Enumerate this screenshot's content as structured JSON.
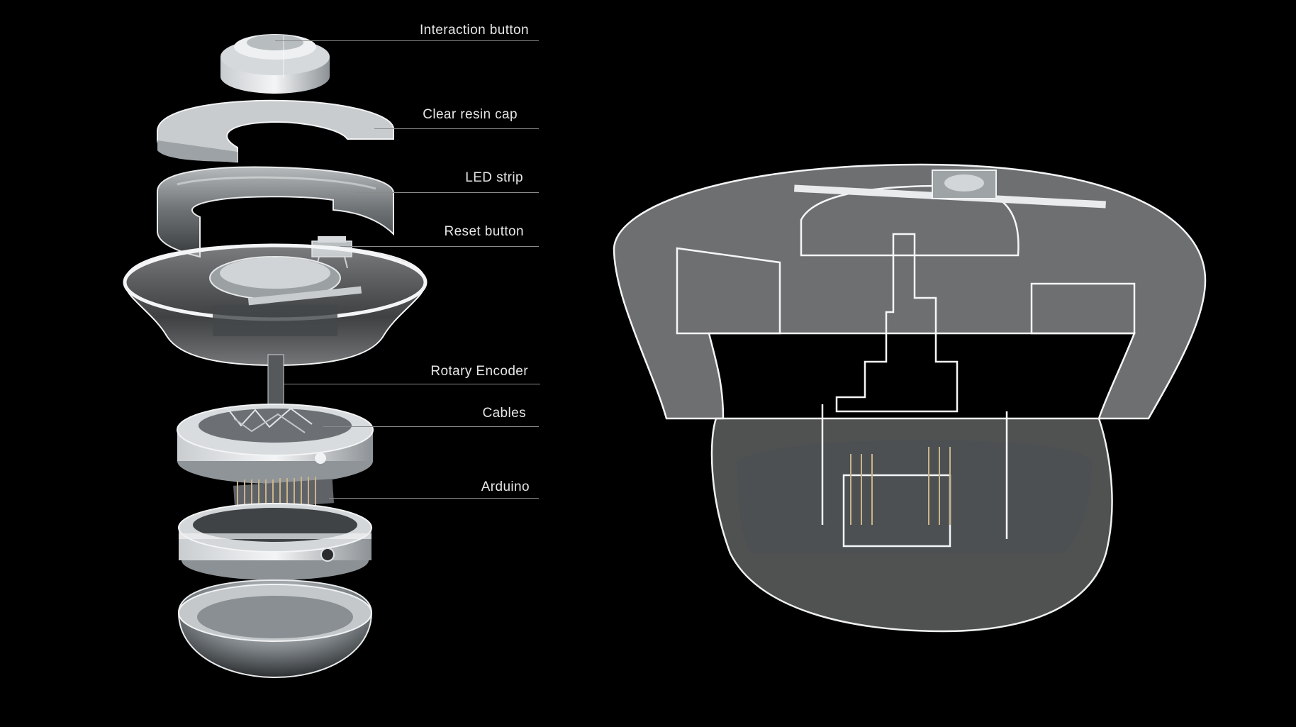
{
  "callouts": [
    {
      "id": "interaction-button",
      "label": "Interaction button"
    },
    {
      "id": "clear-resin-cap",
      "label": "Clear resin cap"
    },
    {
      "id": "led-strip",
      "label": "LED strip"
    },
    {
      "id": "reset-button",
      "label": "Reset button"
    },
    {
      "id": "rotary-encoder",
      "label": "Rotary Encoder"
    },
    {
      "id": "cables",
      "label": "Cables"
    },
    {
      "id": "arduino",
      "label": "Arduino"
    }
  ],
  "colors": {
    "background": "#000000",
    "label_text": "#e6e6e6",
    "leader_line": "#8a8a8a",
    "part_fill": "#9aa0a4",
    "part_edge": "#f0f0f0"
  }
}
